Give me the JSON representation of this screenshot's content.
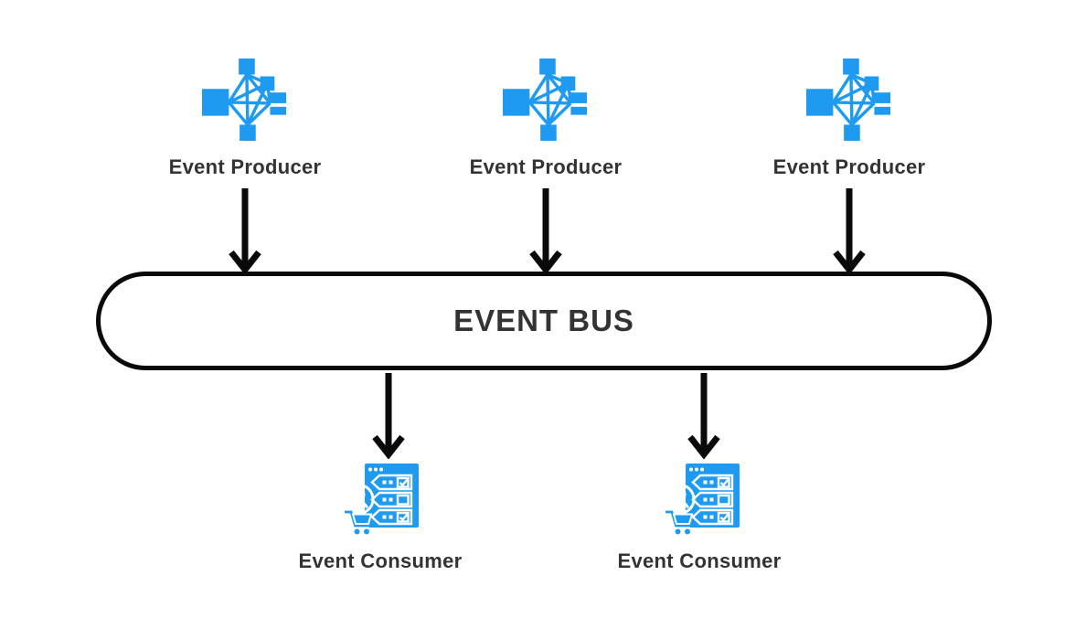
{
  "colors": {
    "accent_blue": "#1E9BF0",
    "text_dark": "#333333",
    "line_black": "#0a0a0a",
    "background": "#ffffff"
  },
  "producers": [
    {
      "label": "Event Producer",
      "icon": "network-graph-icon"
    },
    {
      "label": "Event Producer",
      "icon": "network-graph-icon"
    },
    {
      "label": "Event Producer",
      "icon": "network-graph-icon"
    }
  ],
  "bus": {
    "label": "EVENT BUS"
  },
  "consumers": [
    {
      "label": "Event Consumer",
      "icon": "order-list-cart-icon"
    },
    {
      "label": "Event Consumer",
      "icon": "order-list-cart-icon"
    }
  ]
}
